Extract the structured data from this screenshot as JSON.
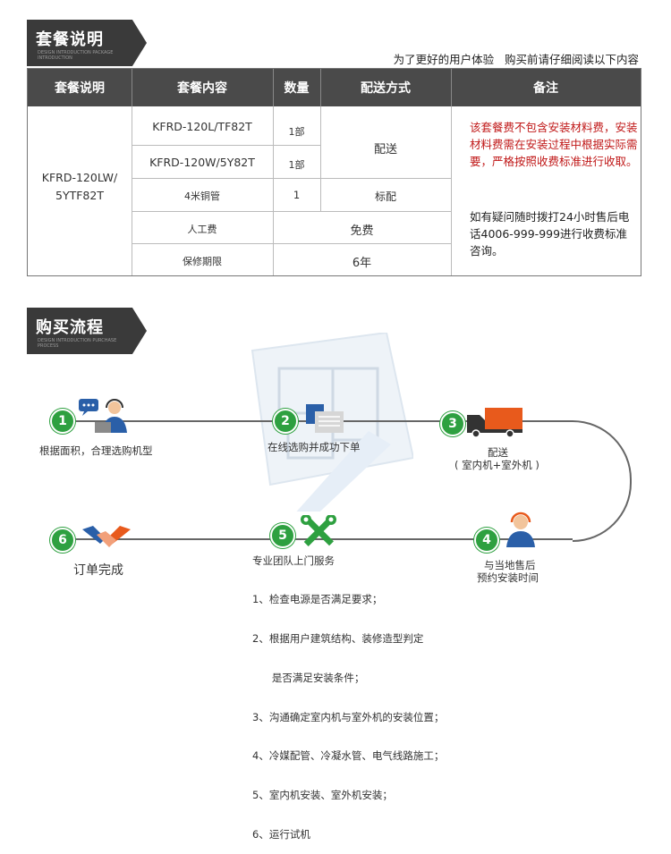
{
  "sections": {
    "package_title": "套餐说明",
    "package_sub": "DESIGN INTRODUCTION PACKAGE INTRODUCTION",
    "flow_title": "购买流程",
    "flow_sub": "DESIGN INTRODUCTION PURCHASE PROCESS",
    "intro": "为了更好的用户体验   购买前请仔细阅读以下内容"
  },
  "table": {
    "headers": [
      "套餐说明",
      "套餐内容",
      "数量",
      "配送方式",
      "备注"
    ],
    "model_line1": "KFRD-120LW/",
    "model_line2": "5YTF82T",
    "rows": [
      {
        "content": "KFRD-120L/TF82T",
        "qty": "1部"
      },
      {
        "content": "KFRD-120W/5Y82T",
        "qty": "1部"
      },
      {
        "content": "4米铜管",
        "qty": "1",
        "delivery": "标配"
      },
      {
        "content": "人工费",
        "merged": "免费"
      },
      {
        "content": "保修期限",
        "merged": "6年"
      }
    ],
    "delivery_merged": "配送",
    "note_red": "该套餐费不包含安装材料费，安装材料费需在安装过程中根据实际需要，严格按照收费标准进行收取。",
    "note_black": "如有疑问随时拨打24小时售后电话4006-999-999进行收费标准咨询。"
  },
  "steps": [
    {
      "num": "1",
      "text": "根据面积，合理选购机型",
      "icon": "customer-service-icon"
    },
    {
      "num": "2",
      "text": "在线选购并成功下单",
      "icon": "document-icon"
    },
    {
      "num": "3",
      "line1": "配送",
      "line2": "( 室内机+室外机 )",
      "icon": "truck-icon"
    },
    {
      "num": "4",
      "line1": "与当地售后",
      "line2": "预约安装时间",
      "icon": "agent-icon"
    },
    {
      "num": "5",
      "title": "专业团队上门服务",
      "items": [
        "1、检查电源是否满足要求；",
        "2、根据用户建筑结构、装修造型判定",
        "      是否满足安装条件；",
        "3、沟通确定室内机与室外机的安装位置；",
        "4、冷媒配管、冷凝水管、电气线路施工；",
        "5、室内机安装、室外机安装；",
        "6、运行试机"
      ],
      "icon": "tools-icon"
    },
    {
      "num": "6",
      "text": "订单完成",
      "icon": "handshake-icon"
    }
  ],
  "colors": {
    "accent_green": "#2ea040",
    "note_red": "#c01818",
    "header_bg": "#4a4a4a",
    "truck_orange": "#e85a1c"
  }
}
